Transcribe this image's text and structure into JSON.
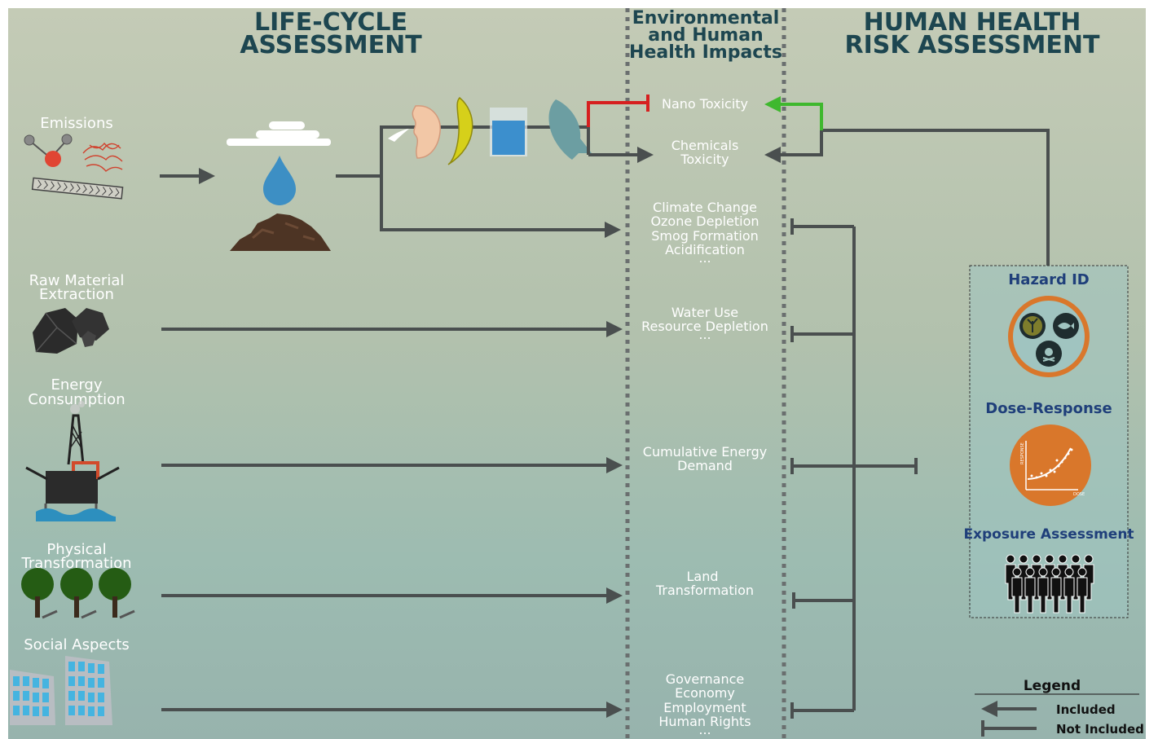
{
  "headers": {
    "lca_line1": "LIFE-CYCLE",
    "lca_line2": "ASSESSMENT",
    "impacts_line1": "Environmental",
    "impacts_line2": "and Human",
    "impacts_line3": "Health Impacts",
    "hhra_line1": "HUMAN HEALTH",
    "hhra_line2": "RISK ASSESSMENT"
  },
  "sources": {
    "emissions": "Emissions",
    "raw_material_1": "Raw Material",
    "raw_material_2": "Extraction",
    "energy_1": "Energy",
    "energy_2": "Consumption",
    "physical_1": "Physical",
    "physical_2": "Transformation",
    "social": "Social Aspects"
  },
  "impacts": {
    "nano_toxicity": "Nano Toxicity",
    "chem_1": "Chemicals",
    "chem_2": "Toxicity",
    "climate_change": "Climate Change",
    "ozone_depletion": "Ozone Depletion",
    "smog_formation": "Smog Formation",
    "acidification": "Acidification",
    "water_use": "Water Use",
    "resource_depletion": "Resource Depletion",
    "ced_1": "Cumulative Energy",
    "ced_2": "Demand",
    "land_1": "Land",
    "land_2": "Transformation",
    "governance": "Governance",
    "economy": "Economy",
    "employment": "Employment",
    "human_rights": "Human Rights",
    "ellipsis": "..."
  },
  "hhra": {
    "hazard_id": "Hazard ID",
    "dose_response": "Dose-Response",
    "exposure_assessment": "Exposure Assessment",
    "axis_x": "DOSE",
    "axis_y": "RESPONSE"
  },
  "legend": {
    "title": "Legend",
    "included": "Included",
    "not_included": "Not Included"
  },
  "colors": {
    "arrow": "#4a4f4f",
    "red_blocked": "#d61f1f",
    "green_included": "#3fb82e",
    "orange": "#d9772b",
    "title_dark": "#1d4650",
    "blue_label": "#1f3f7a"
  }
}
